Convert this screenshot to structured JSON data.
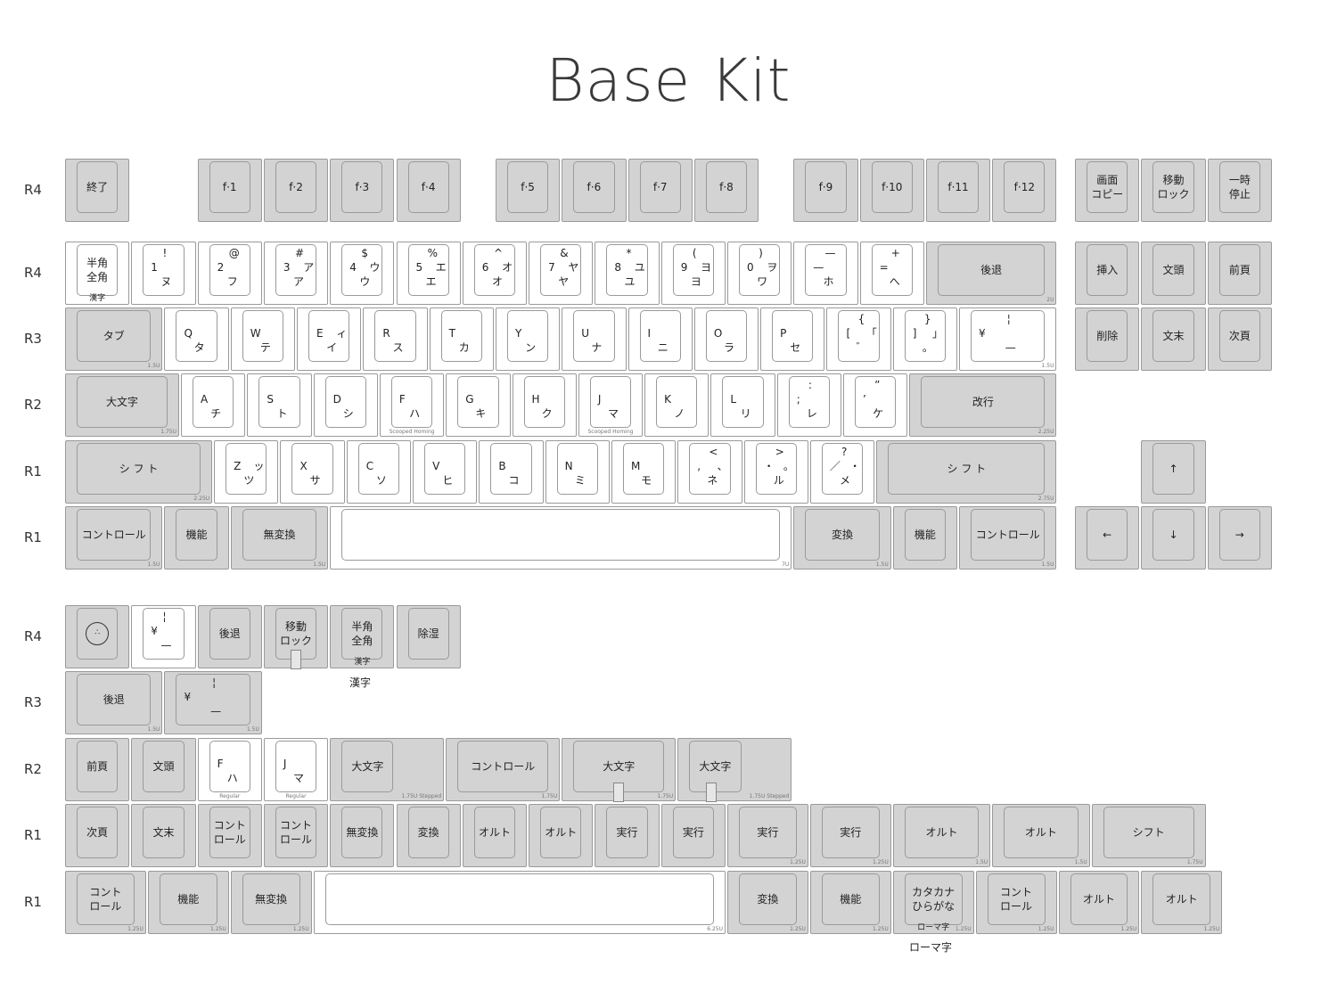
{
  "title": "Base Kit",
  "rows": [
    "R4",
    "R4",
    "R3",
    "R2",
    "R1",
    "R1",
    "R4",
    "R3",
    "R2",
    "R1",
    "R1"
  ],
  "keys": [
    {
      "l": "終了",
      "c": "g"
    },
    {
      "l": "f·1",
      "c": "g"
    },
    {
      "l": "f·2",
      "c": "g"
    },
    {
      "l": "f·3",
      "c": "g"
    },
    {
      "l": "f·4",
      "c": "g"
    },
    {
      "l": "f·5",
      "c": "g"
    },
    {
      "l": "f·6",
      "c": "g"
    },
    {
      "l": "f·7",
      "c": "g"
    },
    {
      "l": "f·8",
      "c": "g"
    },
    {
      "l": "f·9",
      "c": "g"
    },
    {
      "l": "f·10",
      "c": "g"
    },
    {
      "l": "f·11",
      "c": "g"
    },
    {
      "l": "f·12",
      "c": "g"
    },
    {
      "l": "画面\nコピー",
      "c": "g"
    },
    {
      "l": "移動\nロック",
      "c": "g"
    },
    {
      "l": "一時\n停止",
      "c": "g"
    },
    {
      "l": "半角\n全角",
      "c": "w",
      "sub": "漢字"
    },
    {
      "c": "w",
      "lg": [
        "!",
        "1",
        "ヌ",
        "",
        ""
      ]
    },
    {
      "c": "w",
      "lg": [
        "@",
        "2",
        "フ",
        "",
        ""
      ]
    },
    {
      "c": "w",
      "lg": [
        "#",
        "3",
        "ア",
        "ア",
        "ア"
      ]
    },
    {
      "c": "w",
      "lg": [
        "$",
        "4",
        "ウ",
        "ウ",
        "ウ"
      ]
    },
    {
      "c": "w",
      "lg": [
        "%",
        "5",
        "エ",
        "エ",
        "エ"
      ]
    },
    {
      "c": "w",
      "lg": [
        "^",
        "6",
        "オ",
        "オ",
        "オ"
      ]
    },
    {
      "c": "w",
      "lg": [
        "&",
        "7",
        "ヤ",
        "ヤ",
        "ヤ"
      ]
    },
    {
      "c": "w",
      "lg": [
        "*",
        "8",
        "ユ",
        "ユ",
        "ユ"
      ]
    },
    {
      "c": "w",
      "lg": [
        "(",
        "9",
        "ヨ",
        "ヨ",
        "ヨ"
      ]
    },
    {
      "c": "w",
      "lg": [
        ")",
        "0",
        "ワ",
        "ヲ",
        ""
      ]
    },
    {
      "c": "w",
      "lg": [
        "—",
        "—",
        "ホ",
        "",
        ""
      ]
    },
    {
      "c": "w",
      "lg": [
        "+",
        "=",
        "へ",
        "",
        ""
      ]
    },
    {
      "l": "後退",
      "c": "g",
      "size": "2U"
    },
    {
      "l": "挿入",
      "c": "g"
    },
    {
      "l": "文頭",
      "c": "g"
    },
    {
      "l": "前頁",
      "c": "g"
    },
    {
      "l": "タブ",
      "c": "g",
      "size": "1.5U"
    },
    {
      "c": "w",
      "lg": [
        "",
        "Q",
        "タ",
        "",
        ""
      ]
    },
    {
      "c": "w",
      "lg": [
        "",
        "W",
        "テ",
        "",
        ""
      ]
    },
    {
      "c": "w",
      "lg": [
        "",
        "E",
        "イ",
        "ィ",
        ""
      ]
    },
    {
      "c": "w",
      "lg": [
        "",
        "R",
        "ス",
        "",
        ""
      ]
    },
    {
      "c": "w",
      "lg": [
        "",
        "T",
        "カ",
        "",
        ""
      ]
    },
    {
      "c": "w",
      "lg": [
        "",
        "Y",
        "ン",
        "",
        ""
      ]
    },
    {
      "c": "w",
      "lg": [
        "",
        "U",
        "ナ",
        "",
        ""
      ]
    },
    {
      "c": "w",
      "lg": [
        "",
        "I",
        "ニ",
        "",
        ""
      ]
    },
    {
      "c": "w",
      "lg": [
        "",
        "O",
        "ラ",
        "",
        ""
      ]
    },
    {
      "c": "w",
      "lg": [
        "",
        "P",
        "セ",
        "",
        ""
      ]
    },
    {
      "c": "w",
      "lg": [
        "{",
        "[",
        "゛",
        "「",
        ""
      ]
    },
    {
      "c": "w",
      "lg": [
        "}",
        "]",
        "。",
        "」",
        ""
      ]
    },
    {
      "c": "w",
      "lg": [
        "¦",
        "¥",
        "—",
        "",
        ""
      ],
      "size": "1.5U"
    },
    {
      "l": "削除",
      "c": "g"
    },
    {
      "l": "文末",
      "c": "g"
    },
    {
      "l": "次頁",
      "c": "g"
    },
    {
      "l": "大文字",
      "c": "g",
      "size": "1.75U"
    },
    {
      "c": "w",
      "lg": [
        "",
        "A",
        "チ",
        "",
        ""
      ]
    },
    {
      "c": "w",
      "lg": [
        "",
        "S",
        "ト",
        "",
        ""
      ]
    },
    {
      "c": "w",
      "lg": [
        "",
        "D",
        "シ",
        "",
        ""
      ]
    },
    {
      "c": "w",
      "lg": [
        "",
        "F",
        "ハ",
        "",
        ""
      ],
      "size": "Scooped Homing"
    },
    {
      "c": "w",
      "lg": [
        "",
        "G",
        "キ",
        "",
        ""
      ]
    },
    {
      "c": "w",
      "lg": [
        "",
        "H",
        "ク",
        "",
        ""
      ]
    },
    {
      "c": "w",
      "lg": [
        "",
        "J",
        "マ",
        "",
        ""
      ],
      "size": "Scooped Homing"
    },
    {
      "c": "w",
      "lg": [
        "",
        "K",
        "ノ",
        "",
        ""
      ]
    },
    {
      "c": "w",
      "lg": [
        "",
        "L",
        "リ",
        "",
        ""
      ]
    },
    {
      "c": "w",
      "lg": [
        ":",
        ";",
        "レ",
        "",
        ""
      ]
    },
    {
      "c": "w",
      "lg": [
        "”",
        "’",
        "ケ",
        "",
        ""
      ]
    },
    {
      "l": "改行",
      "c": "g",
      "size": "2.25U"
    },
    {
      "l": "シ フ ト",
      "c": "g",
      "size": "2.25U"
    },
    {
      "c": "w",
      "lg": [
        "",
        "Z",
        "ツ",
        "ッ",
        ""
      ]
    },
    {
      "c": "w",
      "lg": [
        "",
        "X",
        "サ",
        "",
        ""
      ]
    },
    {
      "c": "w",
      "lg": [
        "",
        "C",
        "ソ",
        "",
        ""
      ]
    },
    {
      "c": "w",
      "lg": [
        "",
        "V",
        "ヒ",
        "",
        ""
      ]
    },
    {
      "c": "w",
      "lg": [
        "",
        "B",
        "コ",
        "",
        ""
      ]
    },
    {
      "c": "w",
      "lg": [
        "",
        "N",
        "ミ",
        "",
        ""
      ]
    },
    {
      "c": "w",
      "lg": [
        "",
        "M",
        "モ",
        "",
        ""
      ]
    },
    {
      "c": "w",
      "lg": [
        "<",
        ",",
        "ネ",
        "、",
        ""
      ]
    },
    {
      "c": "w",
      "lg": [
        ">",
        "・",
        "ル",
        "。",
        ""
      ]
    },
    {
      "c": "w",
      "lg": [
        "?",
        "／",
        "メ",
        "・",
        ""
      ]
    },
    {
      "l": "シ フ ト",
      "c": "g",
      "size": "2.75U"
    },
    {
      "l": "↑",
      "c": "g"
    },
    {
      "l": "コントロール",
      "c": "g",
      "size": "1.5U"
    },
    {
      "l": "機能",
      "c": "g"
    },
    {
      "l": "無変換",
      "c": "g",
      "size": "1.5U"
    },
    {
      "l": "",
      "c": "w",
      "size": "7U"
    },
    {
      "l": "変換",
      "c": "g",
      "size": "1.5U"
    },
    {
      "l": "機能",
      "c": "g"
    },
    {
      "l": "コントロール",
      "c": "g",
      "size": "1.5U"
    },
    {
      "l": "←",
      "c": "g"
    },
    {
      "l": "↓",
      "c": "g"
    },
    {
      "l": "→",
      "c": "g"
    },
    {
      "l": "",
      "c": "g",
      "logo": "∴"
    },
    {
      "c": "w",
      "lg": [
        "¦",
        "¥",
        "—",
        "",
        ""
      ]
    },
    {
      "l": "後退",
      "c": "g"
    },
    {
      "l": "移動\nロック",
      "c": "g",
      "stem": true
    },
    {
      "l": "半角\n全角",
      "c": "g",
      "sub": "漢字"
    },
    {
      "l": "除湿",
      "c": "g"
    },
    {
      "l": "後退",
      "c": "g",
      "size": "1.5U"
    },
    {
      "c": "g",
      "lg": [
        "¦",
        "¥",
        "—",
        "",
        ""
      ],
      "size": "1.5U"
    },
    {
      "l": "前頁",
      "c": "g"
    },
    {
      "l": "文頭",
      "c": "g"
    },
    {
      "c": "w",
      "lg": [
        "",
        "F",
        "ハ",
        "",
        ""
      ],
      "size": "Regular"
    },
    {
      "c": "w",
      "lg": [
        "",
        "J",
        "マ",
        "",
        ""
      ],
      "size": "Regular"
    },
    {
      "l": "大文字",
      "c": "g",
      "size": "1.75U Stepped",
      "stepped": true
    },
    {
      "l": "コントロール",
      "c": "g",
      "size": "1.75U"
    },
    {
      "l": "大文字",
      "c": "g",
      "size": "1.75U",
      "stem": true
    },
    {
      "l": "大文字",
      "c": "g",
      "size": "1.75U Stepped",
      "stepped": true,
      "stem": true
    },
    {
      "l": "次頁",
      "c": "g"
    },
    {
      "l": "文末",
      "c": "g"
    },
    {
      "l": "コント\nロール",
      "c": "g"
    },
    {
      "l": "コント\nロール",
      "c": "g"
    },
    {
      "l": "無変換",
      "c": "g"
    },
    {
      "l": "変換",
      "c": "g"
    },
    {
      "l": "オルト",
      "c": "g"
    },
    {
      "l": "オルト",
      "c": "g"
    },
    {
      "l": "実行",
      "c": "g"
    },
    {
      "l": "実行",
      "c": "g"
    },
    {
      "l": "実行",
      "c": "g",
      "size": "1.25U"
    },
    {
      "l": "実行",
      "c": "g",
      "size": "1.25U"
    },
    {
      "l": "オルト",
      "c": "g",
      "size": "1.5U"
    },
    {
      "l": "オルト",
      "c": "g",
      "size": "1.5U"
    },
    {
      "l": "シフト",
      "c": "g",
      "size": "1.75U"
    },
    {
      "l": "コント\nロール",
      "c": "g",
      "size": "1.25U"
    },
    {
      "l": "機能",
      "c": "g",
      "size": "1.25U"
    },
    {
      "l": "無変換",
      "c": "g",
      "size": "1.25U"
    },
    {
      "l": "",
      "c": "w",
      "size": "6.25U"
    },
    {
      "l": "変換",
      "c": "g",
      "size": "1.25U"
    },
    {
      "l": "機能",
      "c": "g",
      "size": "1.25U"
    },
    {
      "l": "カタカナ\nひらがな",
      "c": "g",
      "size": "1.25U",
      "sub": "ローマ字"
    },
    {
      "l": "コント\nロール",
      "c": "g",
      "size": "1.25U"
    },
    {
      "l": "オルト",
      "c": "g",
      "size": "1.25U"
    },
    {
      "l": "オルト",
      "c": "g",
      "size": "1.25U"
    }
  ],
  "captions": [
    "漢字",
    "ローマ字"
  ]
}
